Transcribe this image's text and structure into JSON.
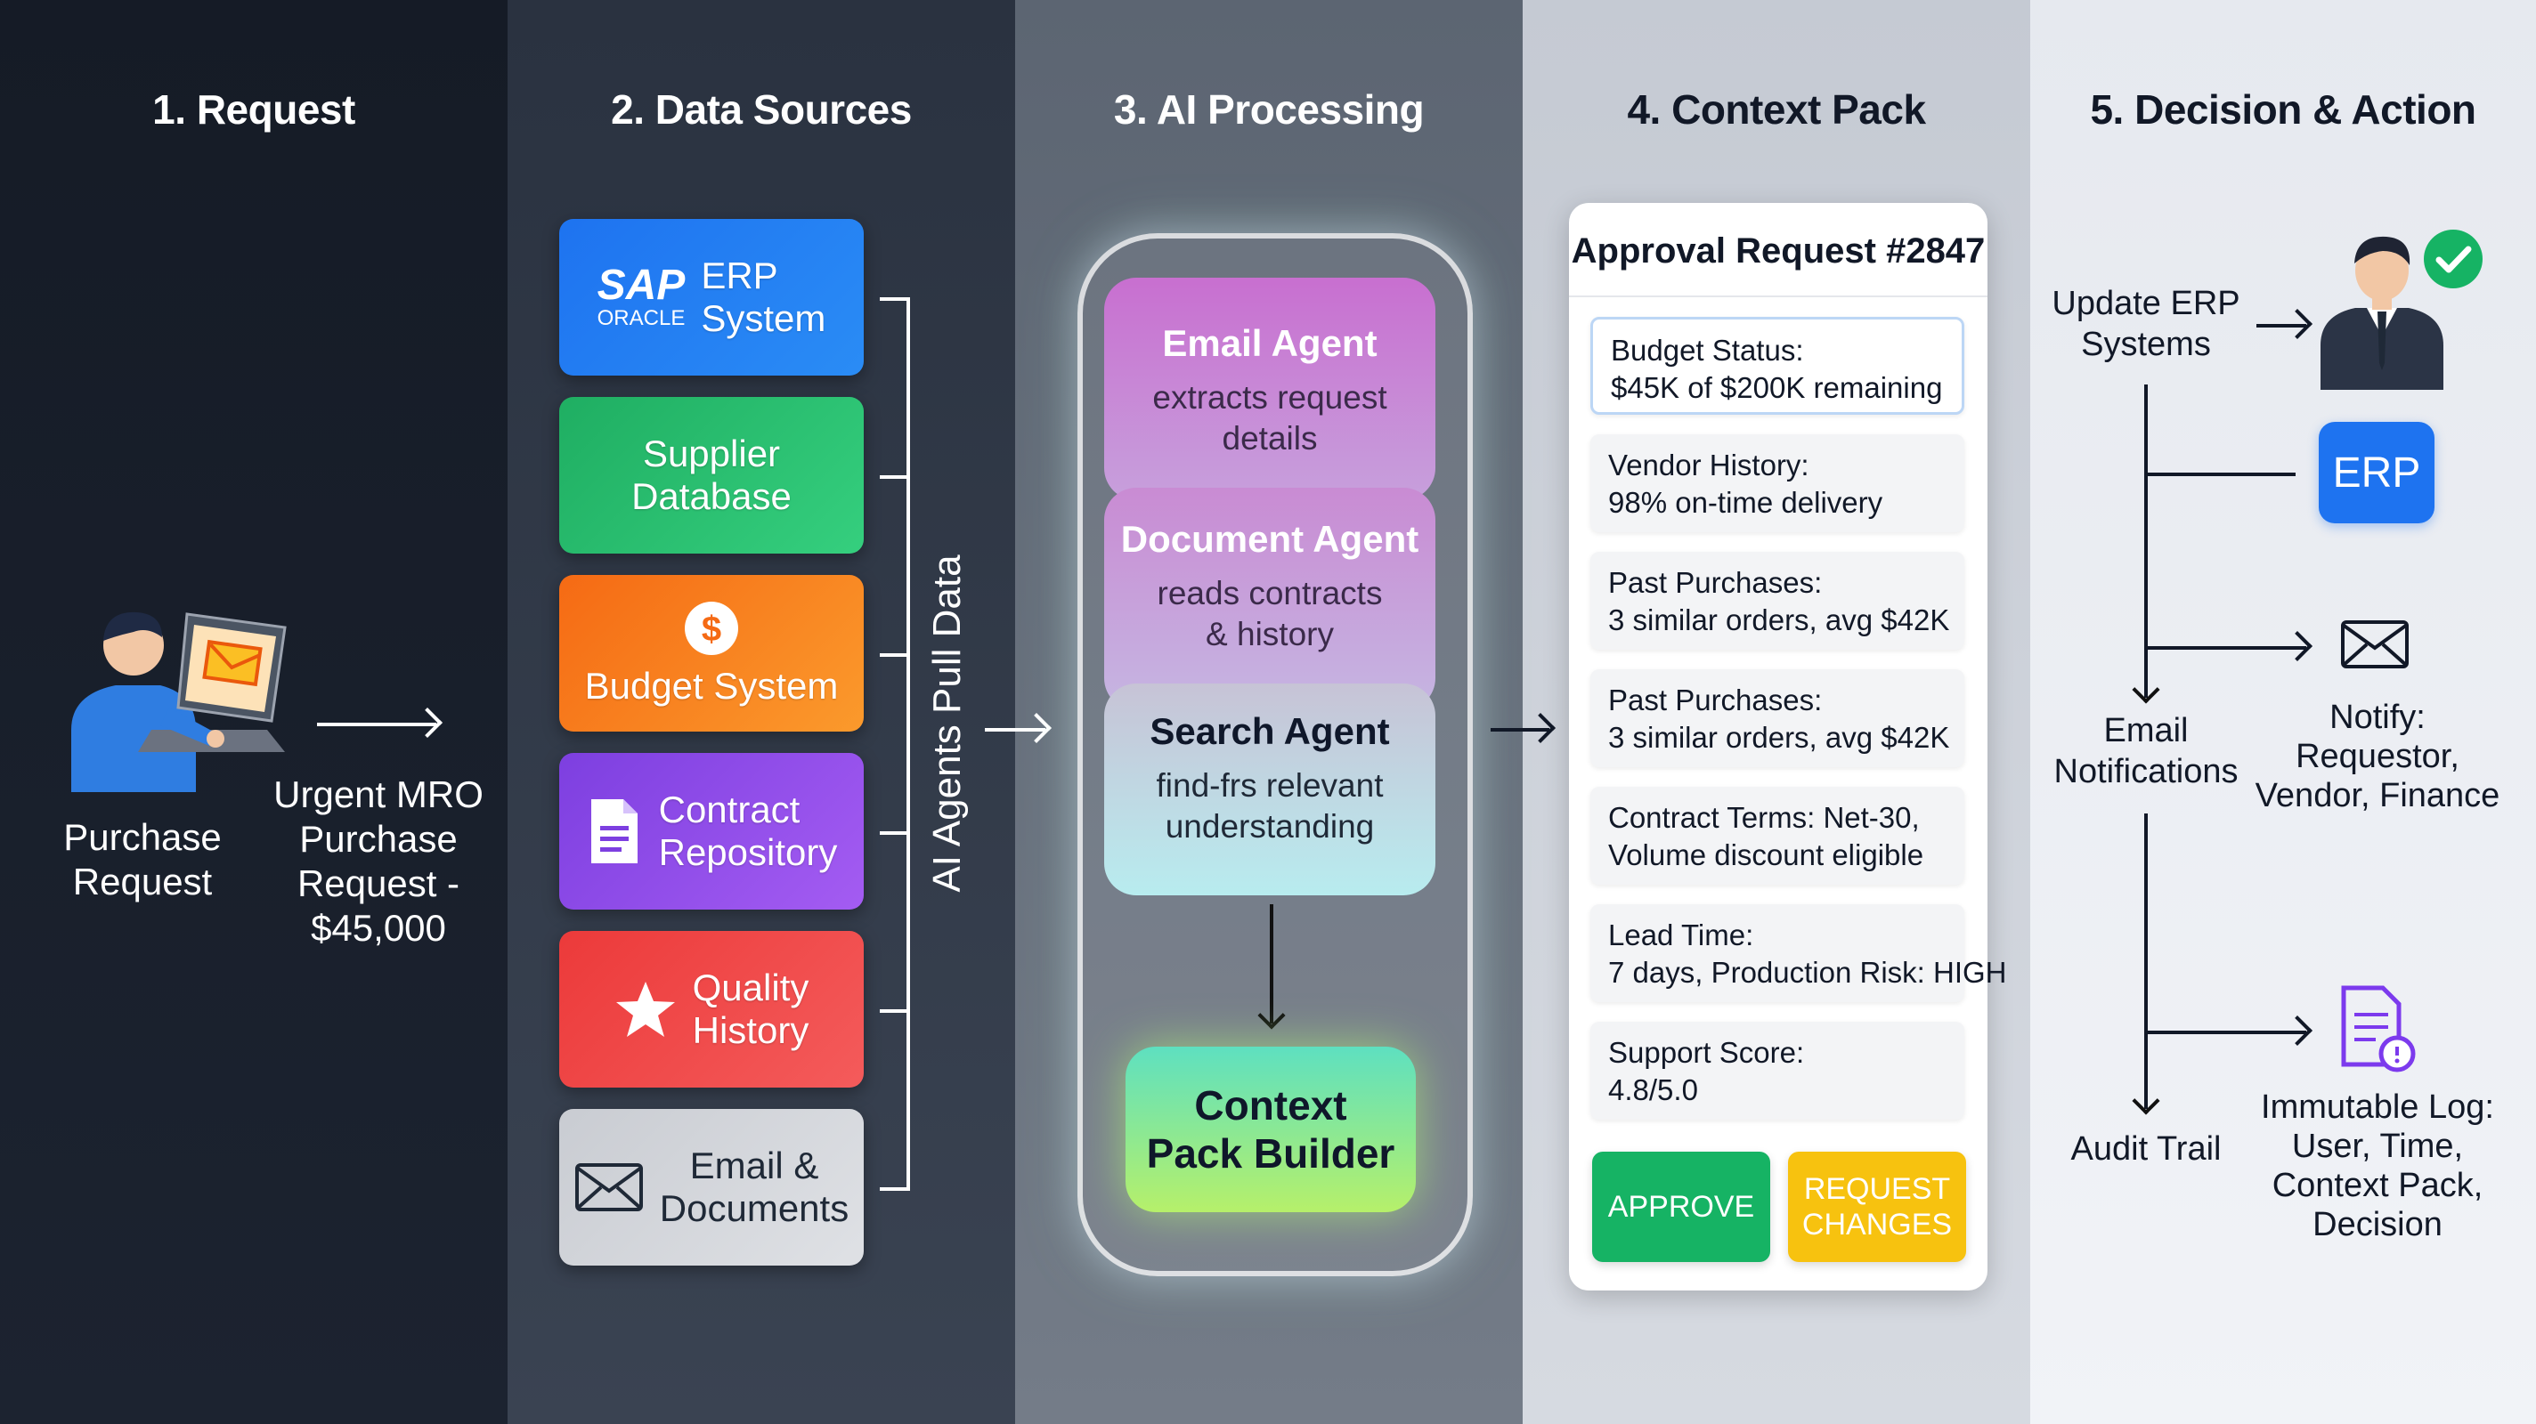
{
  "columns": {
    "c1": "1. Request",
    "c2": "2. Data Sources",
    "c3": "3. AI Processing",
    "c4": "4. Context Pack",
    "c5": "5. Decision & Action"
  },
  "request": {
    "label_line1": "Purchase",
    "label_line2": "Request",
    "desc_line1": "Urgent MRO",
    "desc_line2": "Purchase",
    "desc_line3": "Request -",
    "desc_line4": "$45,000"
  },
  "sources": {
    "erp": {
      "logo_top": "SAP",
      "logo_bottom": "ORACLE",
      "line1": "ERP",
      "line2": "System",
      "color_from": "#1e73f0",
      "color_to": "#2a8cf5"
    },
    "supplier": {
      "line1": "Supplier",
      "line2": "Database",
      "color_from": "#1fae62",
      "color_to": "#35cf7e"
    },
    "budget": {
      "line1": "Budget System",
      "color_from": "#f56a14",
      "color_to": "#fb9a2c"
    },
    "contract": {
      "line1": "Contract",
      "line2": "Repository",
      "color_from": "#7d3fe0",
      "color_to": "#a45cf2"
    },
    "quality": {
      "line1": "Quality",
      "line2": "History",
      "color_from": "#ec3a3a",
      "color_to": "#f45b5b"
    },
    "email": {
      "line1": "Email &",
      "line2": "Documents",
      "color_from": "#c9ccd2",
      "color_to": "#dfe1e5"
    },
    "pull_label": "AI Agents Pull Data"
  },
  "agents": [
    {
      "title": "Email Agent",
      "desc1": "extracts request",
      "desc2": "details"
    },
    {
      "title": "Document Agent",
      "desc1": "reads contracts",
      "desc2": "& history"
    },
    {
      "title": "Search Agent",
      "desc1": "find-frs relevant",
      "desc2": "understanding"
    }
  ],
  "builder": {
    "line1": "Context",
    "line2": "Pack Builder"
  },
  "pack": {
    "title": "Approval Request #2847",
    "rows": [
      {
        "l1": "Budget Status:",
        "l2": "$45K of $200K remaining"
      },
      {
        "l1": "Vendor History:",
        "l2": "98% on-time delivery"
      },
      {
        "l1": "Past Purchases:",
        "l2": "3 similar orders, avg $42K"
      },
      {
        "l1": "Past Purchases:",
        "l2": "3 similar orders, avg $42K"
      },
      {
        "l1": "Contract Terms: Net-30,",
        "l2": "Volume discount eligible"
      },
      {
        "l1": "Lead Time:",
        "l2": "7 days, Production Risk: HIGH"
      },
      {
        "l1": "Support Score:",
        "l2": "4.8/5.0"
      }
    ],
    "approve": "APPROVE",
    "request_changes_1": "REQUEST",
    "request_changes_2": "CHANGES",
    "approve_color": "#16b364",
    "request_color": "#f7c20f"
  },
  "decision": {
    "update_erp_1": "Update ERP",
    "update_erp_2": "Systems",
    "erp_badge": "ERP",
    "email_notif_1": "Email",
    "email_notif_2": "Notifications",
    "notify_1": "Notify:",
    "notify_2": "Requestor,",
    "notify_3": "Vendor, Finance",
    "audit": "Audit Trail",
    "log_1": "Immutable Log:",
    "log_2": "User, Time,",
    "log_3": "Context Pack,",
    "log_4": "Decision"
  }
}
